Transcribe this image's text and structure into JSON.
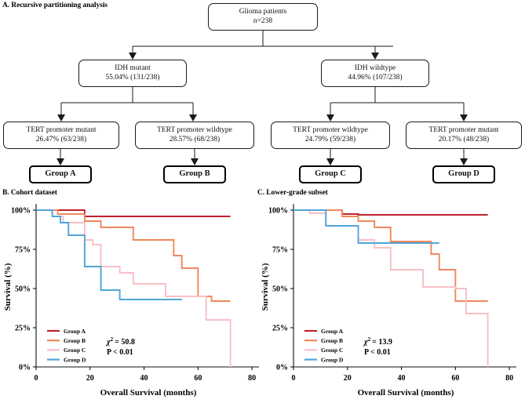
{
  "figure": {
    "panels": {
      "a_label": "A. Recursive partitioning analysis",
      "b_label": "B. Cohort dataset",
      "c_label": "C. Lower-grade subset"
    }
  },
  "flowchart": {
    "root": {
      "line1": "Glioma patients",
      "line2": "n=238"
    },
    "idh_mutant": {
      "line1": "IDH mutant",
      "line2": "55.04% (131/238)"
    },
    "idh_wildtype": {
      "line1": "IDH wildtype",
      "line2": "44.96% (107/238)"
    },
    "tert_a": {
      "line1": "TERT promoter mutant",
      "line2": "26.47% (63/238)"
    },
    "tert_b": {
      "line1": "TERT promoter wildtype",
      "line2": "28.57% (68/238)"
    },
    "tert_c": {
      "line1": "TERT promoter wildtype",
      "line2": "24.79% (59/238)"
    },
    "tert_d": {
      "line1": "TERT promoter mutant",
      "line2": "20.17% (48/238)"
    },
    "group_a": "Group A",
    "group_b": "Group B",
    "group_c": "Group C",
    "group_d": "Group D"
  },
  "colors": {
    "group_a": "#c0202f",
    "group_b": "#f0885a",
    "group_c": "#f7bfc5",
    "group_d": "#4ea6d8",
    "axis": "#111111",
    "background": "#ffffff"
  },
  "chart_data": [
    {
      "id": "panel_b",
      "type": "line",
      "subtype": "kaplan-meier-step",
      "title": "B. Cohort dataset",
      "xlabel": "Overall Survival (months)",
      "ylabel": "Survival (%)",
      "xlim": [
        0,
        82
      ],
      "ylim": [
        0,
        102
      ],
      "xticks": [
        0,
        20,
        40,
        60,
        80
      ],
      "xticklabels": [
        "0",
        "20",
        "40",
        "60",
        "80"
      ],
      "yticks": [
        0,
        25,
        50,
        75,
        100
      ],
      "yticklabels": [
        "0%",
        "25%",
        "50%",
        "75%",
        "100%"
      ],
      "grid": false,
      "legend_position": "bottom-left",
      "annotations": {
        "chi_label": "χ",
        "chi_sup": "2",
        "chi_value": "= 50.8",
        "p_value": "P < 0.01"
      },
      "series": [
        {
          "name": "Group A",
          "color": "#c0202f",
          "points": [
            [
              0,
              100
            ],
            [
              13,
              100
            ],
            [
              18,
              100
            ],
            [
              18,
              96
            ],
            [
              24,
              96
            ],
            [
              24,
              96
            ],
            [
              72,
              96
            ]
          ]
        },
        {
          "name": "Group B",
          "color": "#f0885a",
          "points": [
            [
              0,
              100
            ],
            [
              8,
              100
            ],
            [
              8,
              97.5
            ],
            [
              18,
              97.5
            ],
            [
              18,
              93
            ],
            [
              24,
              93
            ],
            [
              24,
              89
            ],
            [
              36,
              89
            ],
            [
              36,
              81
            ],
            [
              51,
              81
            ],
            [
              51,
              71
            ],
            [
              54,
              71
            ],
            [
              54,
              63
            ],
            [
              60,
              63
            ],
            [
              60,
              45
            ],
            [
              65,
              45
            ],
            [
              65,
              42
            ],
            [
              72,
              42
            ]
          ]
        },
        {
          "name": "Group C",
          "color": "#f7bfc5",
          "points": [
            [
              0,
              100
            ],
            [
              6,
              100
            ],
            [
              6,
              96
            ],
            [
              10,
              96
            ],
            [
              10,
              92
            ],
            [
              18,
              92
            ],
            [
              18,
              81
            ],
            [
              21,
              81
            ],
            [
              21,
              78
            ],
            [
              24,
              78
            ],
            [
              24,
              64
            ],
            [
              31,
              64
            ],
            [
              31,
              60
            ],
            [
              36,
              60
            ],
            [
              36,
              53
            ],
            [
              48,
              53
            ],
            [
              48,
              45
            ],
            [
              63,
              45
            ],
            [
              63,
              30
            ],
            [
              72,
              30
            ],
            [
              72,
              0
            ]
          ]
        },
        {
          "name": "Group D",
          "color": "#4ea6d8",
          "points": [
            [
              0,
              100
            ],
            [
              6,
              100
            ],
            [
              6,
              96
            ],
            [
              9,
              96
            ],
            [
              9,
              92
            ],
            [
              12,
              92
            ],
            [
              12,
              84
            ],
            [
              18,
              84
            ],
            [
              18,
              64
            ],
            [
              24,
              64
            ],
            [
              24,
              49
            ],
            [
              31,
              49
            ],
            [
              31,
              43
            ],
            [
              54,
              43
            ]
          ]
        }
      ]
    },
    {
      "id": "panel_c",
      "type": "line",
      "subtype": "kaplan-meier-step",
      "title": "C. Lower-grade subset",
      "xlabel": "Overall Survival (months)",
      "ylabel": "Survival (%)",
      "xlim": [
        0,
        82
      ],
      "ylim": [
        0,
        102
      ],
      "xticks": [
        0,
        20,
        40,
        60,
        80
      ],
      "xticklabels": [
        "0",
        "20",
        "40",
        "60",
        "80"
      ],
      "yticks": [
        0,
        25,
        50,
        75,
        100
      ],
      "yticklabels": [
        "0%",
        "25%",
        "50%",
        "75%",
        "100%"
      ],
      "grid": false,
      "legend_position": "bottom-left",
      "annotations": {
        "chi_label": "χ",
        "chi_sup": "2",
        "chi_value": "= 13.9",
        "p_value": "P < 0.01"
      },
      "series": [
        {
          "name": "Group A",
          "color": "#c0202f",
          "points": [
            [
              0,
              100
            ],
            [
              12,
              100
            ],
            [
              18,
              100
            ],
            [
              18,
              97.5
            ],
            [
              24,
              97.5
            ],
            [
              24,
              97
            ],
            [
              72,
              97
            ]
          ]
        },
        {
          "name": "Group B",
          "color": "#f0885a",
          "points": [
            [
              0,
              100
            ],
            [
              12,
              100
            ],
            [
              18,
              100
            ],
            [
              18,
              96
            ],
            [
              24,
              96
            ],
            [
              24,
              93
            ],
            [
              30,
              93
            ],
            [
              30,
              89
            ],
            [
              36,
              89
            ],
            [
              36,
              80
            ],
            [
              51,
              80
            ],
            [
              51,
              72
            ],
            [
              54,
              72
            ],
            [
              54,
              62
            ],
            [
              60,
              62
            ],
            [
              60,
              42
            ],
            [
              64,
              42
            ],
            [
              64,
              42
            ],
            [
              72,
              42
            ]
          ]
        },
        {
          "name": "Group C",
          "color": "#f7bfc5",
          "points": [
            [
              0,
              100
            ],
            [
              6,
              100
            ],
            [
              6,
              98
            ],
            [
              12,
              98
            ],
            [
              12,
              90
            ],
            [
              24,
              90
            ],
            [
              24,
              81
            ],
            [
              30,
              81
            ],
            [
              30,
              76
            ],
            [
              36,
              76
            ],
            [
              36,
              62
            ],
            [
              48,
              62
            ],
            [
              48,
              51
            ],
            [
              60,
              51
            ],
            [
              60,
              50
            ],
            [
              64,
              50
            ],
            [
              64,
              34
            ],
            [
              72,
              34
            ],
            [
              72,
              0
            ]
          ]
        },
        {
          "name": "Group D",
          "color": "#4ea6d8",
          "points": [
            [
              0,
              100
            ],
            [
              12,
              100
            ],
            [
              12,
              90
            ],
            [
              24,
              90
            ],
            [
              24,
              79
            ],
            [
              54,
              79
            ]
          ]
        }
      ]
    }
  ],
  "legend": {
    "items": [
      {
        "label": "Group A",
        "color": "#c0202f"
      },
      {
        "label": "Group B",
        "color": "#f0885a"
      },
      {
        "label": "Group C",
        "color": "#f7bfc5"
      },
      {
        "label": "Group D",
        "color": "#4ea6d8"
      }
    ]
  }
}
